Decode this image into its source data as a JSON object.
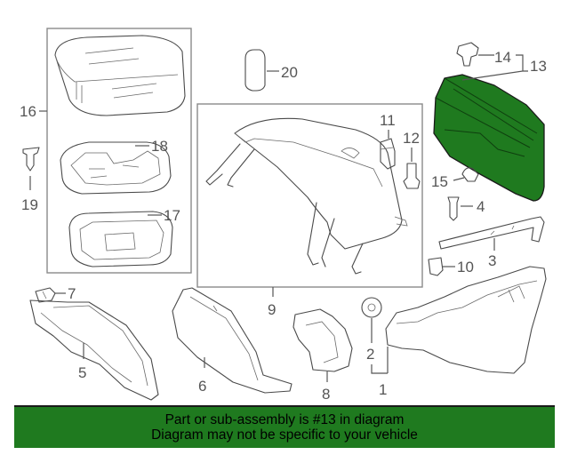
{
  "diagram": {
    "callouts": {
      "c1": "1",
      "c2": "2",
      "c3": "3",
      "c4": "4",
      "c5": "5",
      "c6": "6",
      "c7": "7",
      "c8": "8",
      "c9": "9",
      "c10": "10",
      "c11": "11",
      "c12": "12",
      "c13": "13",
      "c14": "14",
      "c15": "15",
      "c16": "16",
      "c17": "17",
      "c18": "18",
      "c19": "19",
      "c20": "20"
    },
    "highlight_color": "#1f7a1f",
    "highlighted_part": "13"
  },
  "banner": {
    "line1": "Part or sub-assembly is #13 in diagram",
    "line2": "Diagram may not be specific to your vehicle",
    "background": "#1f7a1f"
  }
}
